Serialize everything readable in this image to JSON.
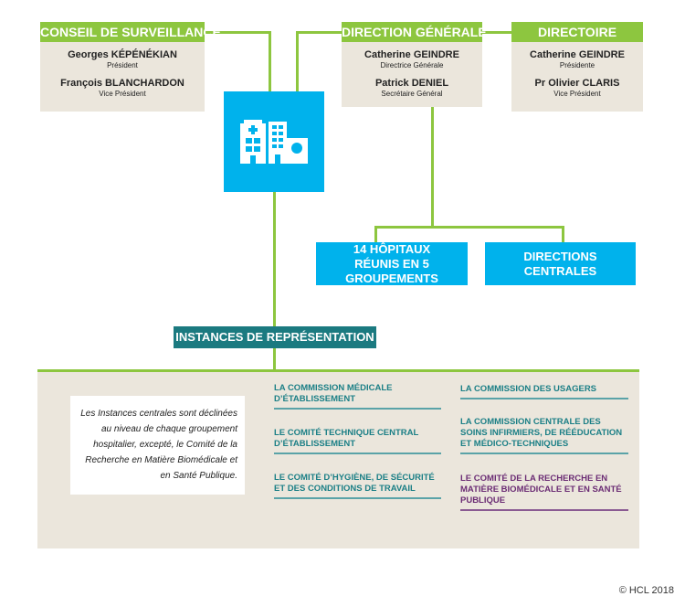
{
  "colors": {
    "green": "#8dc63f",
    "beige": "#ebe6dc",
    "blue": "#00b2ec",
    "teal": "#1b7a80",
    "purple": "#6b2c74"
  },
  "conseil": {
    "title": "CONSEIL DE SURVEILLANCE",
    "members": [
      {
        "name": "Georges KÉPÉNÉKIAN",
        "role": "Président"
      },
      {
        "name": "François BLANCHARDON",
        "role": "Vice Président"
      }
    ]
  },
  "direction": {
    "title": "DIRECTION GÉNÉRALE",
    "members": [
      {
        "name": "Catherine GEINDRE",
        "role": "Directrice Générale"
      },
      {
        "name": "Patrick DENIEL",
        "role": "Secrétaire Général"
      }
    ]
  },
  "directoire": {
    "title": "DIRECTOIRE",
    "members": [
      {
        "name": "Catherine GEINDRE",
        "role": "Présidente"
      },
      {
        "name": "Pr Olivier CLARIS",
        "role": "Vice Président"
      }
    ]
  },
  "center_icon": "hospital-buildings-icon",
  "hopitaux": "14 HÔPITAUX RÉUNIS EN 5 GROUPEMENTS",
  "directions_centrales": "DIRECTIONS CENTRALES",
  "instances": {
    "title": "INSTANCES DE REPRÉSENTATION",
    "note": "Les Instances centrales sont déclinées au niveau de chaque groupement hospitalier, excepté, le Comité de la Recherche en Matière Biomédicale et en Santé Publique.",
    "left": [
      "LA COMMISSION MÉDICALE D’ÉTABLISSEMENT",
      "LE COMITÉ TECHNIQUE CENTRAL D’ÉTABLISSEMENT",
      "LE COMITÉ D’HYGIÈNE, DE SÉCURITÉ ET DES CONDITIONS DE TRAVAIL"
    ],
    "right": [
      "LA COMMISSION DES USAGERS",
      "LA COMMISSION CENTRALE DES SOINS INFIRMIERS, DE RÉÉDUCATION ET MÉDICO-TECHNIQUES",
      "LE COMITÉ DE LA RECHERCHE EN MATIÈRE BIOMÉDICALE ET EN SANTÉ PUBLIQUE"
    ]
  },
  "copyright": "© HCL 2018"
}
